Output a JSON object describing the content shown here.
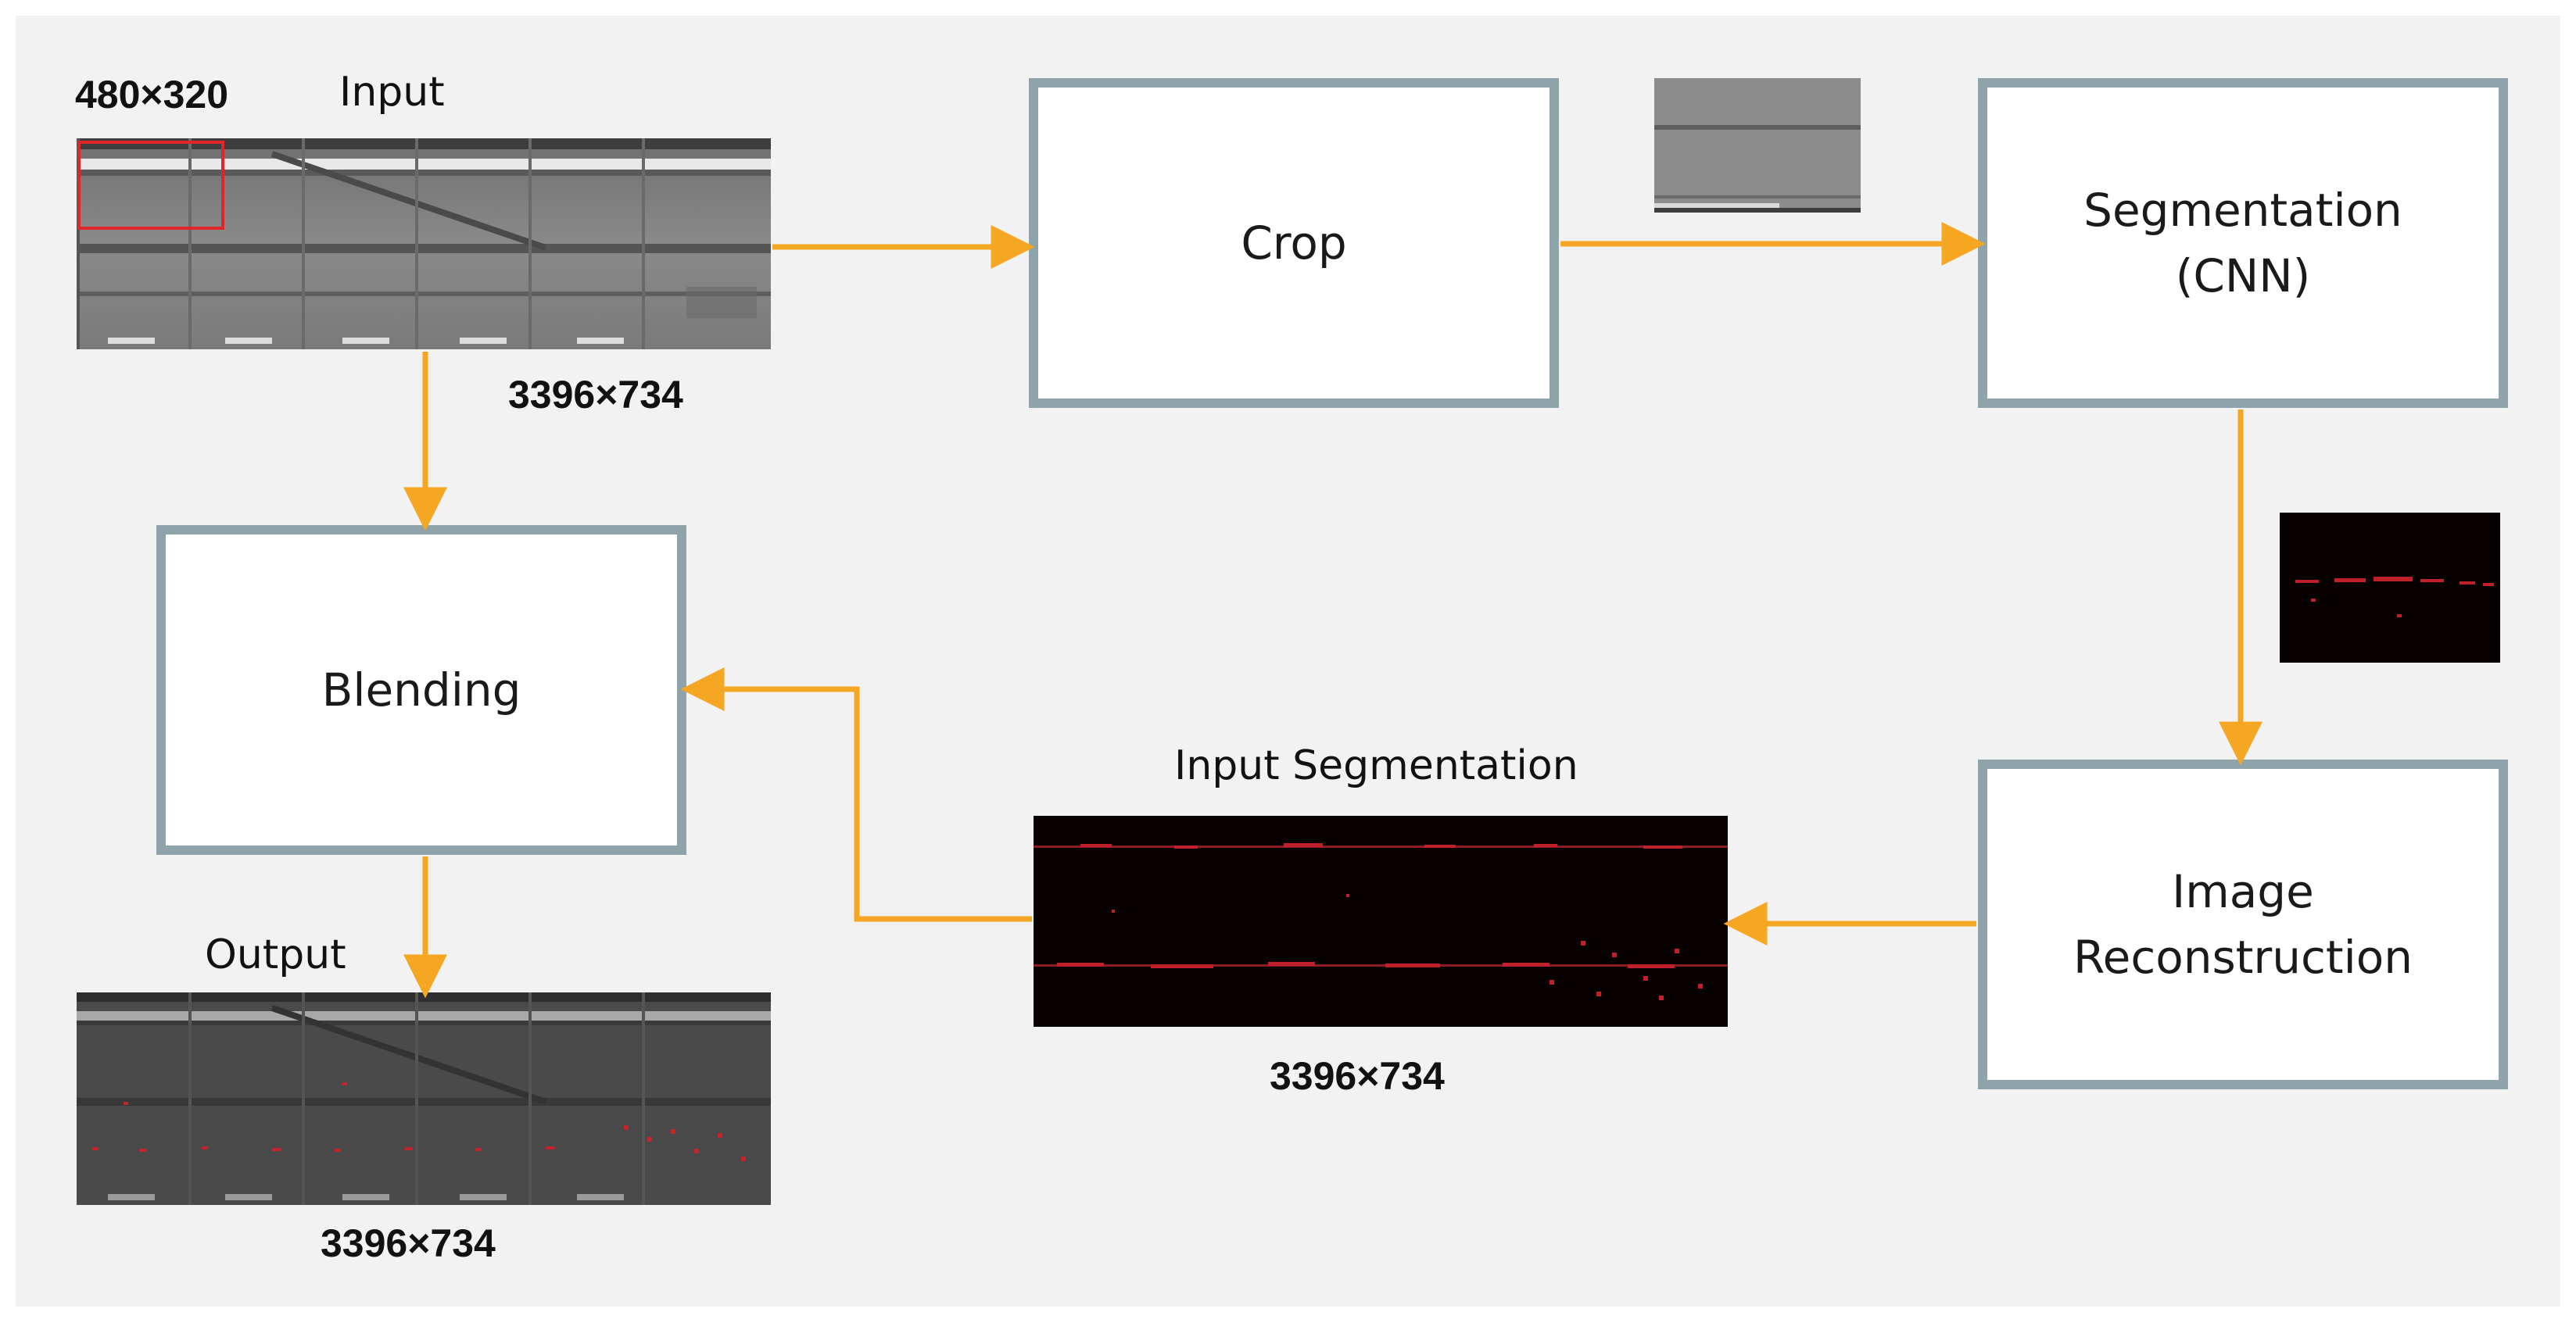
{
  "colors": {
    "arrow": "#f5a623",
    "box_border": "#8fa3ab",
    "crop_box": "#e0262b",
    "background": "#f2f2f2"
  },
  "nodes": {
    "crop": "Crop",
    "segmentation": "Segmentation\n(CNN)",
    "reconstruction": "Image\nReconstruction",
    "blending": "Blending"
  },
  "labels": {
    "patch_size": "480×320",
    "input": "Input",
    "input_size": "3396×734",
    "input_segmentation": "Input Segmentation",
    "segmentation_size": "3396×734",
    "output": "Output",
    "output_size": "3396×734"
  }
}
